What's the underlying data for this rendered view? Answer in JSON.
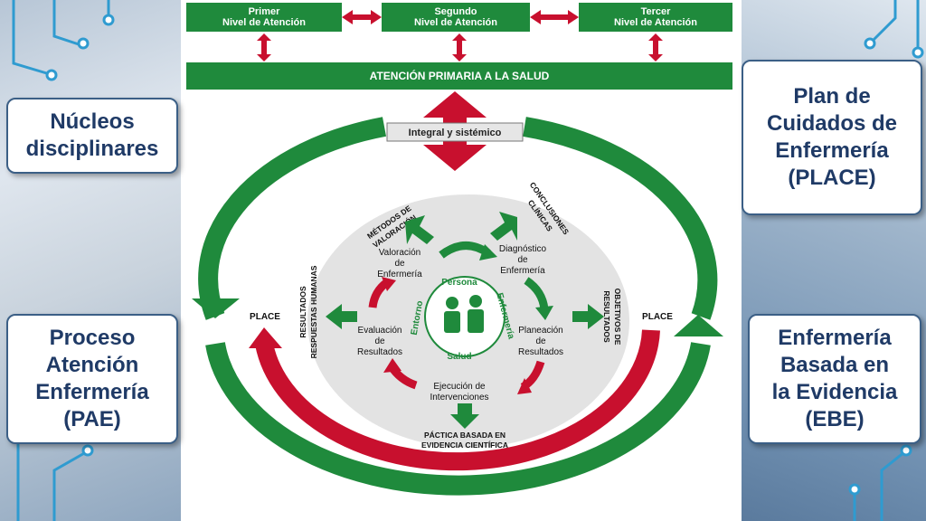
{
  "cards": {
    "nucleos": [
      "Núcleos",
      "disciplinares"
    ],
    "pae": [
      "Proceso",
      "Atención",
      "Enfermería",
      "(PAE)"
    ],
    "place": [
      "Plan de",
      "Cuidados de",
      "Enfermería",
      "(PLACE)"
    ],
    "ebe": [
      "Enfermería",
      "Basada en",
      "la Evidencia",
      "(EBE)"
    ]
  },
  "levels": [
    {
      "line1": "Primer",
      "line2": "Nivel de Atención"
    },
    {
      "line1": "Segundo",
      "line2": "Nivel de Atención"
    },
    {
      "line1": "Tercer",
      "line2": "Nivel de Atención"
    }
  ],
  "aps": "ATENCIÓN PRIMARIA A LA SALUD",
  "integral": "Integral y sistémico",
  "place_left": "PLACE",
  "place_right": "PLACE",
  "outer": {
    "metodos": [
      "MÉTODOS DE",
      "VALORACIÓN"
    ],
    "conclusiones": [
      "CONCLUSIONES",
      "CLÍNICAS"
    ],
    "resultados_resp": [
      "RESULTADOS",
      "RESPUESTAS HUMANAS"
    ],
    "objetivos": [
      "OBJETIVOS DE",
      "RESULTADOS"
    ],
    "practica": [
      "PÁCTICA BASADA EN",
      "EVIDENCIA CIENTÍFICA"
    ]
  },
  "steps": {
    "valoracion": [
      "Valoración",
      "de",
      "Enfermería"
    ],
    "diagnostico": [
      "Diagnóstico",
      "de",
      "Enfermería"
    ],
    "planeacion": [
      "Planeación",
      "de",
      "Resultados"
    ],
    "ejecucion": [
      "Ejecución de",
      "Intervenciones"
    ],
    "evaluacion": [
      "Evaluación",
      "de",
      "Resultados"
    ]
  },
  "center_labels": {
    "persona": "Persona",
    "entorno": "Entorno",
    "enfermeria": "Enfermería",
    "salud": "Salud"
  },
  "colors": {
    "green": "#1f8a3c",
    "red": "#c8102e",
    "navy": "#1f3a66"
  }
}
